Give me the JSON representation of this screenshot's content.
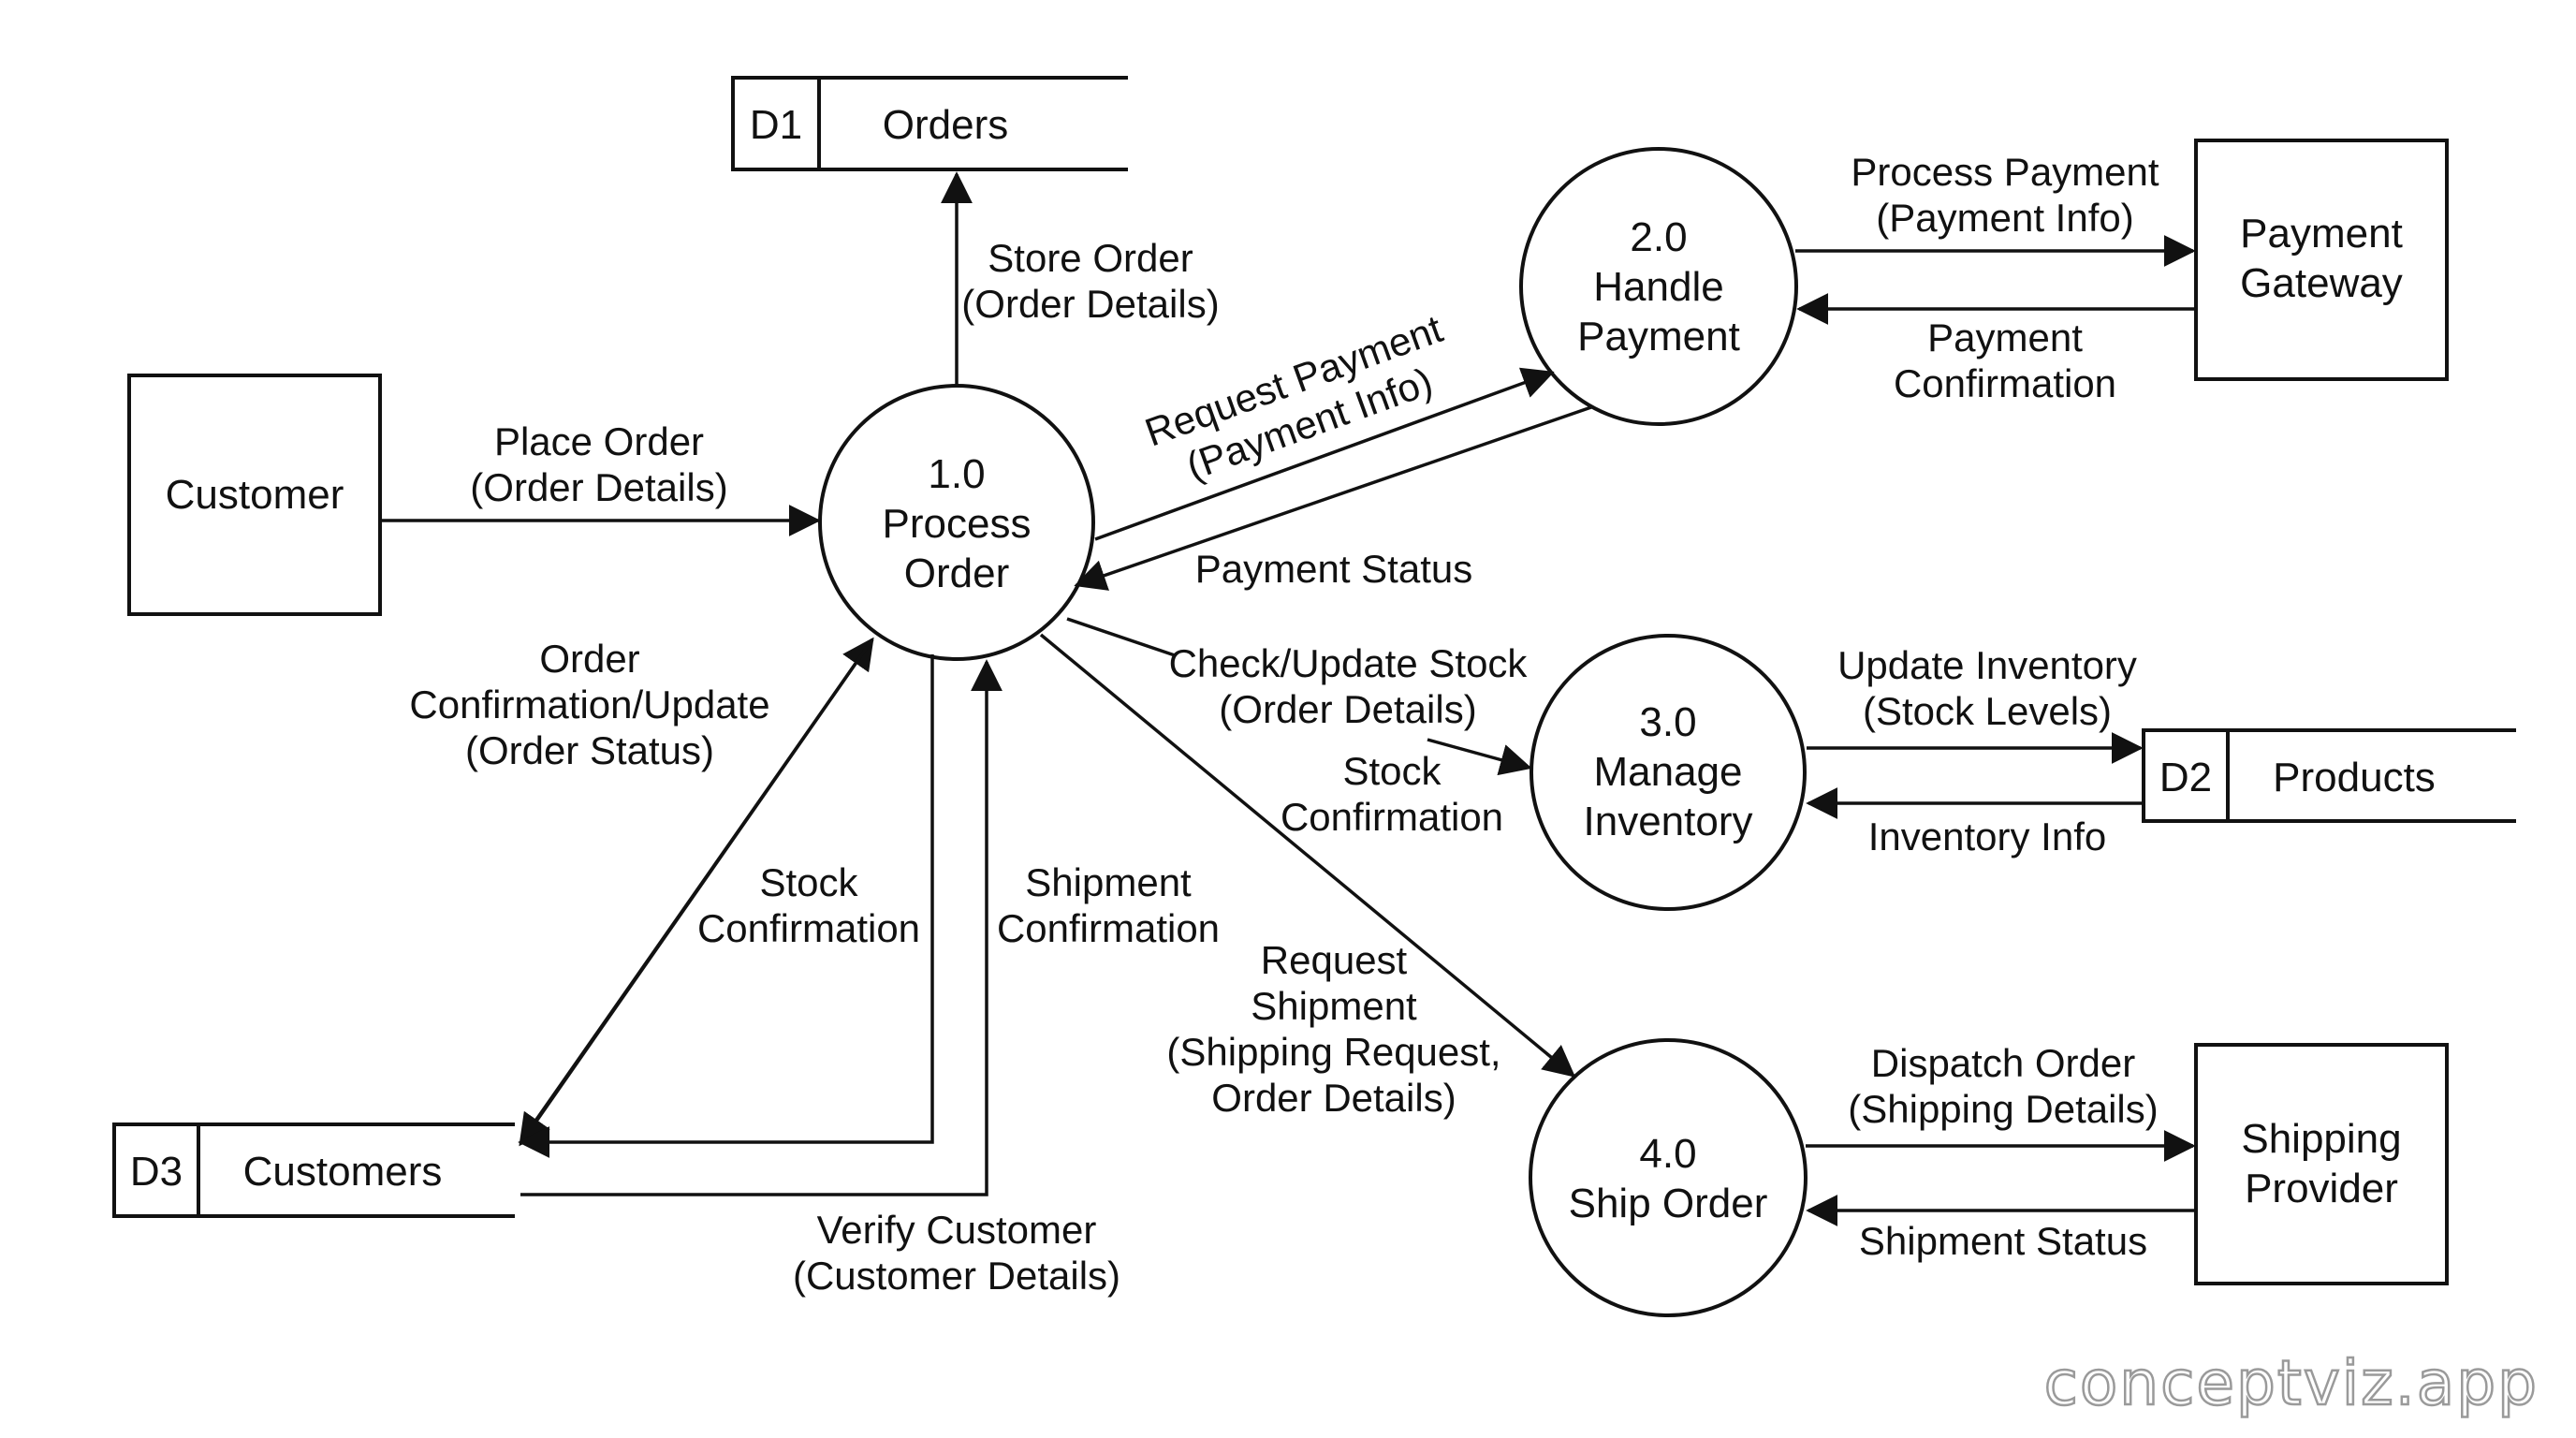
{
  "diagram": {
    "entities": {
      "customer": {
        "label": "Customer"
      },
      "payment_gateway": {
        "lines": [
          "Payment",
          "Gateway"
        ]
      },
      "shipping_provider": {
        "lines": [
          "Shipping",
          "Provider"
        ]
      }
    },
    "processes": {
      "p1": {
        "lines": [
          "1.0",
          "Process",
          "Order"
        ]
      },
      "p2": {
        "lines": [
          "2.0",
          "Handle",
          "Payment"
        ]
      },
      "p3": {
        "lines": [
          "3.0",
          "Manage",
          "Inventory"
        ]
      },
      "p4": {
        "lines": [
          "4.0",
          "Ship Order"
        ]
      }
    },
    "stores": {
      "d1": {
        "id": "D1",
        "name": "Orders"
      },
      "d2": {
        "id": "D2",
        "name": "Products"
      },
      "d3": {
        "id": "D3",
        "name": "Customers"
      }
    },
    "flows": {
      "place_order": {
        "lines": [
          "Place Order",
          "(Order Details)"
        ]
      },
      "store_order": {
        "lines": [
          "Store Order",
          "(Order Details)"
        ]
      },
      "request_payment": {
        "lines": [
          "Request Payment",
          "(Payment Info)"
        ]
      },
      "payment_status": {
        "lines": [
          "Payment Status"
        ]
      },
      "process_payment": {
        "lines": [
          "Process Payment",
          "(Payment Info)"
        ]
      },
      "payment_confirmation": {
        "lines": [
          "Payment",
          "Confirmation"
        ]
      },
      "check_update_stock": {
        "lines": [
          "Check/Update Stock",
          "(Order Details)"
        ]
      },
      "stock_confirmation_p3": {
        "lines": [
          "Stock",
          "Confirmation"
        ]
      },
      "update_inventory": {
        "lines": [
          "Update Inventory",
          "(Stock Levels)"
        ]
      },
      "inventory_info": {
        "lines": [
          "Inventory Info"
        ]
      },
      "request_shipment": {
        "lines": [
          "Request",
          "Shipment",
          "(Shipping Request,",
          "Order Details)"
        ]
      },
      "dispatch_order": {
        "lines": [
          "Dispatch Order",
          "(Shipping Details)"
        ]
      },
      "shipment_status": {
        "lines": [
          "Shipment Status"
        ]
      },
      "order_confirmation": {
        "lines": [
          "Order",
          "Confirmation/Update",
          "(Order Status)"
        ]
      },
      "stock_confirmation_d3": {
        "lines": [
          "Stock",
          "Confirmation"
        ]
      },
      "shipment_confirmation": {
        "lines": [
          "Shipment",
          "Confirmation"
        ]
      },
      "verify_customer": {
        "lines": [
          "Verify Customer",
          "(Customer Details)"
        ]
      }
    },
    "watermark": "conceptviz.app"
  }
}
